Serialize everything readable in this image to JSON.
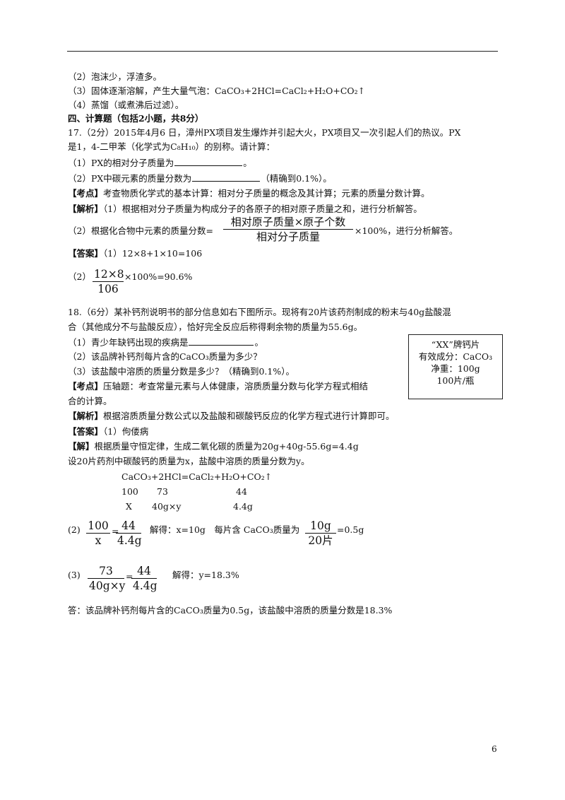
{
  "sec3": {
    "a2": "（2）泡沫少，浮渣多。",
    "a3": "（3）固体逐渐溶解，产生大量气泡：CaCO₃+2HCl=CaCl₂+H₂O+CO₂↑",
    "a4": "（4）蒸馏（或煮沸后过滤）。"
  },
  "sec4": {
    "heading": "四、计算题（包括2小题，共8分）"
  },
  "q17": {
    "stem1": "17.（2分）2015年4月6 日，漳州PX项目发生爆炸并引起大火，PX项目又一次引起人们的热议。PX",
    "stem2": "是1，4-二甲苯（化学式为C₈H₁₀）的别称。请计算：",
    "sub1": "（1）PX的相对分子质量为",
    "sub1_end": "。",
    "sub2": "（2）PX中碳元素的质量分数为",
    "sub2_end": "（精确到0.1%）。",
    "kd_tag": "【考点】",
    "kd_text": "考查物质化学式的基本计算：相对分子质量的概念及其计算；元素的质量分数计算。",
    "jx_tag": "【解析】",
    "jx_text": "（1）根据相对分子质量为构成分子的各原子的相对原子质量之和，进行分析解答。",
    "jx2_pre": "（2）根据化合物中元素的质量分数=",
    "jx2_num": "相对原子质量×原子个数",
    "jx2_den": "相对分子质量",
    "jx2_post": "×100%，进行分析解答。",
    "da_tag": "【答案】",
    "da1": "（1）12×8+1×10=106",
    "da2_pre": "（2）",
    "da2_num": "12×8",
    "da2_den": "106",
    "da2_post": "×100%=90.6%"
  },
  "q18": {
    "stem1": "18.（6分）某补钙剂说明书的部分信息如右下图所示。现将有20片该药剂制成的粉末与40g盐酸混",
    "stem2": "合（其他成分不与盐酸反应），恰好完全反应后称得剩余物的质量为55.6g。",
    "sub1": "（1）青少年缺钙出现的疾病是",
    "sub1_end": "。",
    "sub2": "（2）该品牌补钙剂每片含的CaCO₃质量为多少？",
    "sub3": "（3）该盐酸中溶质的质量分数是多少？（精确到0.1%）。",
    "kd_tag": "【考点】",
    "kd_text1": "压轴题：考查常量元素与人体健康，溶质质量分数与化学方程式相结",
    "kd_text2": "合的计算。",
    "jx_tag": "【解析】",
    "jx_text": "根据溶质质量分数公式以及盐酸和碳酸钙反应的化学方程式进行计算即可。",
    "da_tag": "【答案】",
    "da1": "（1）佝偻病",
    "jie_tag": "【解】",
    "jie_text": "根据质量守恒定律，生成二氧化碳的质量为20g+40g-55.6g=4.4g",
    "set": "设20片药剂中碳酸钙的质量为x，盐酸中溶质的质量分数为y。",
    "eq": "CaCO₃+2HCl=CaCl₂+H₂O+CO₂↑",
    "row1": [
      "100",
      "73",
      "44"
    ],
    "row2": [
      "X",
      "40g×y",
      "4.4g"
    ],
    "p2_label": "(2)",
    "p2_f1_num": "100",
    "p2_f1_den": "x",
    "p2_eq": "=",
    "p2_f2_num": "44",
    "p2_f2_den": "4.4g",
    "p2_sol": "解得：x=10g　每片含 CaCO₃质量为",
    "p2_f3_num": "10g",
    "p2_f3_den": "20片",
    "p2_end": "=0.5g",
    "p3_label": "(3)",
    "p3_f1_num": "73",
    "p3_f1_den": "40g×y",
    "p3_eq": "=",
    "p3_f2_num": "44",
    "p3_f2_den": "4.4g",
    "p3_sol": "解得：y=18.3%",
    "final": "答：该品牌补钙剂每片含的CaCO₃质量为0.5g，该盐酸中溶质的质量分数是18.3%"
  },
  "label_box": {
    "line1": "“XX”牌钙片",
    "line2": "有效成分：CaCO₃",
    "line3": "净重：100g",
    "line4": "100片/瓶"
  },
  "page_number": "6"
}
